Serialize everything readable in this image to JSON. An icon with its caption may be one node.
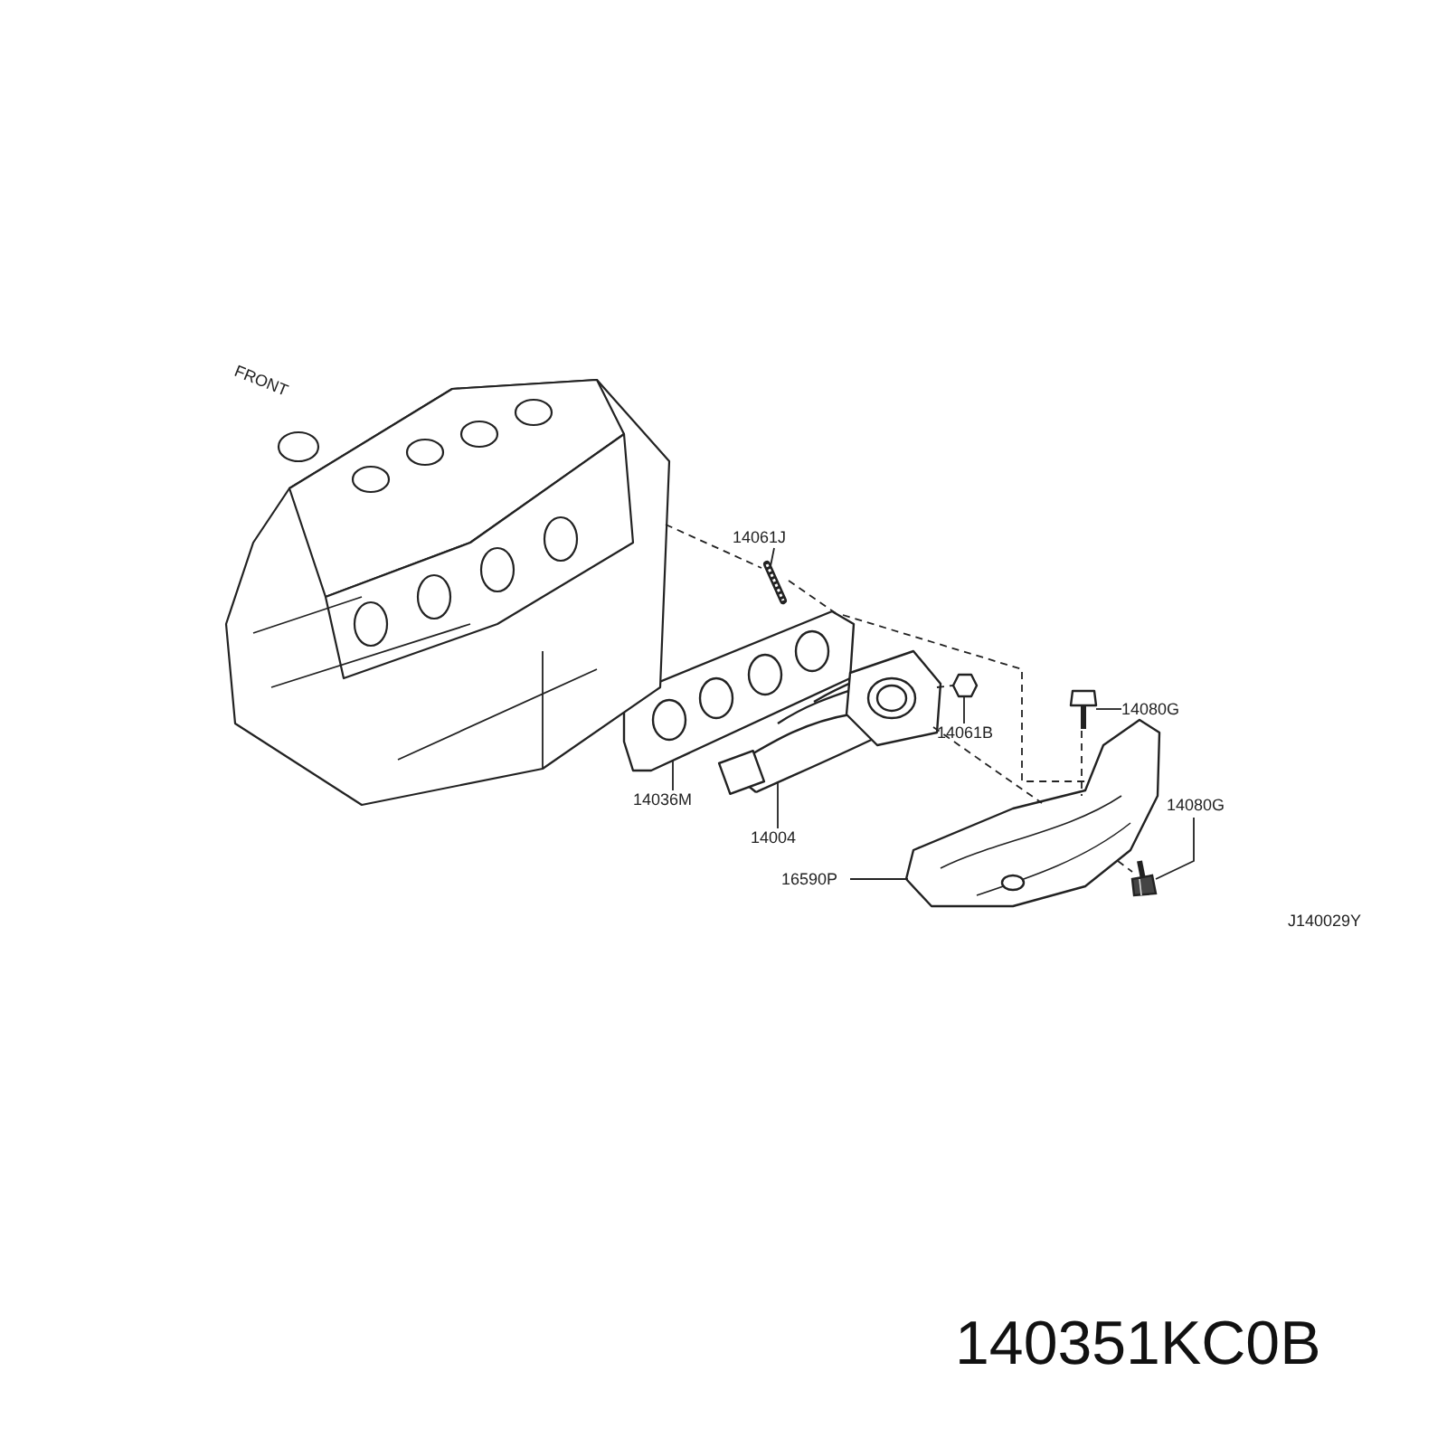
{
  "diagram": {
    "nodes": [
      {
        "text": [
          "14061J"
        ]
      },
      {
        "text": [],
        "shape": "picture"
      },
      {
        "text": [
          "14036M"
        ]
      },
      {
        "text": [],
        "shape": "picture"
      },
      {
        "text": [
          "14004"
        ]
      },
      {
        "text": [],
        "shape": "picture"
      },
      {
        "text": [
          "14061B"
        ]
      },
      {
        "text": [],
        "shape": "picture"
      },
      {
        "text": [
          "14080G"
        ]
      },
      {
        "text": [],
        "shape": "picture"
      },
      {
        "text": [
          "14080G"
        ]
      },
      {
        "text": [],
        "shape": "picture"
      },
      {
        "text": [
          "16590P"
        ]
      },
      {
        "text": [],
        "shape": "picture"
      },
      {
        "text": [],
        "shape": "picture"
      }
    ],
    "edges": [
      {
        "from": 0,
        "to": 1,
        "arrow": "none"
      },
      {
        "from": 2,
        "to": 3,
        "arrow": "none"
      },
      {
        "from": 4,
        "to": 5,
        "arrow": "none"
      },
      {
        "from": 6,
        "to": 7,
        "arrow": "none"
      },
      {
        "from": 8,
        "to": 9,
        "arrow": "none"
      },
      {
        "from": 10,
        "to": 11,
        "arrow": "none"
      },
      {
        "from": 12,
        "to": 13,
        "arrow": "none"
      },
      {
        "from": 14,
        "to": 1,
        "arrow": "none",
        "style": "dashed"
      },
      {
        "from": 1,
        "to": 3,
        "arrow": "none",
        "style": "dashed"
      },
      {
        "from": 3,
        "to": 13,
        "arrow": "none",
        "style": "dashed"
      },
      {
        "from": 5,
        "to": 7,
        "arrow": "none",
        "style": "dashed"
      },
      {
        "from": 9,
        "to": 13,
        "arrow": "none",
        "style": "dashed"
      },
      {
        "from": 5,
        "to": 13,
        "arrow": "none",
        "style": "dashed"
      },
      {
        "from": 13,
        "to": 11,
        "arrow": "none",
        "style": "dashed"
      }
    ],
    "labels": [
      "FRONT",
      "J140029Y",
      "140351KC0B"
    ]
  }
}
